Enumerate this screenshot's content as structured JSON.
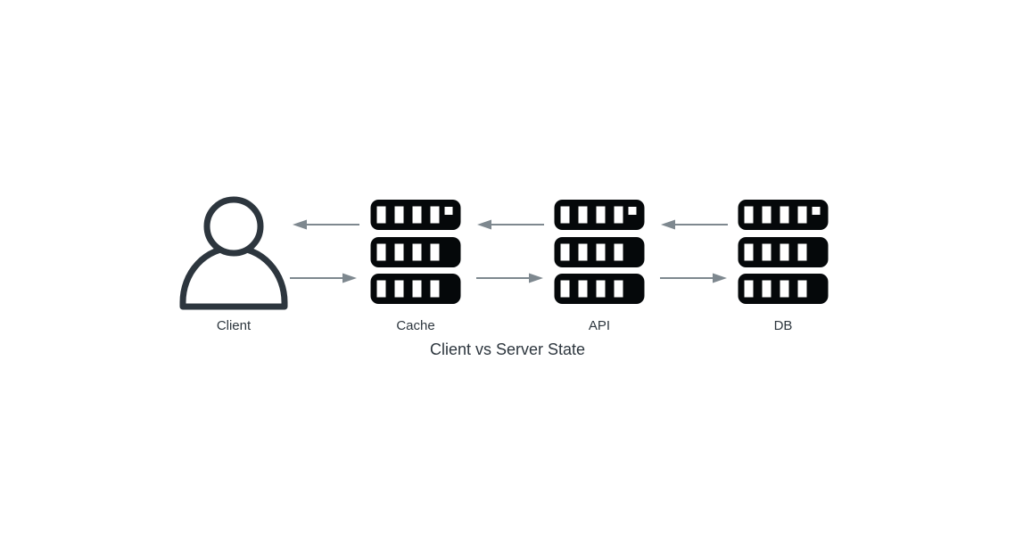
{
  "diagram": {
    "title": "Client vs Server State",
    "nodes": [
      {
        "id": "client",
        "label": "Client",
        "icon": "person-icon"
      },
      {
        "id": "cache",
        "label": "Cache",
        "icon": "server-stack-icon"
      },
      {
        "id": "api",
        "label": "API",
        "icon": "server-stack-icon"
      },
      {
        "id": "db",
        "label": "DB",
        "icon": "server-stack-icon"
      }
    ],
    "edges": [
      {
        "from": "cache",
        "to": "client",
        "row": "top",
        "direction": "left"
      },
      {
        "from": "client",
        "to": "cache",
        "row": "bottom",
        "direction": "right"
      },
      {
        "from": "api",
        "to": "cache",
        "row": "top",
        "direction": "left"
      },
      {
        "from": "cache",
        "to": "api",
        "row": "bottom",
        "direction": "right"
      },
      {
        "from": "db",
        "to": "api",
        "row": "top",
        "direction": "left"
      },
      {
        "from": "api",
        "to": "db",
        "row": "bottom",
        "direction": "right"
      }
    ],
    "colors": {
      "background": "#ffffff",
      "server_fill": "#05080a",
      "outline": "#2d363e",
      "text": "#2d363e",
      "arrow": "#7e888f"
    }
  }
}
